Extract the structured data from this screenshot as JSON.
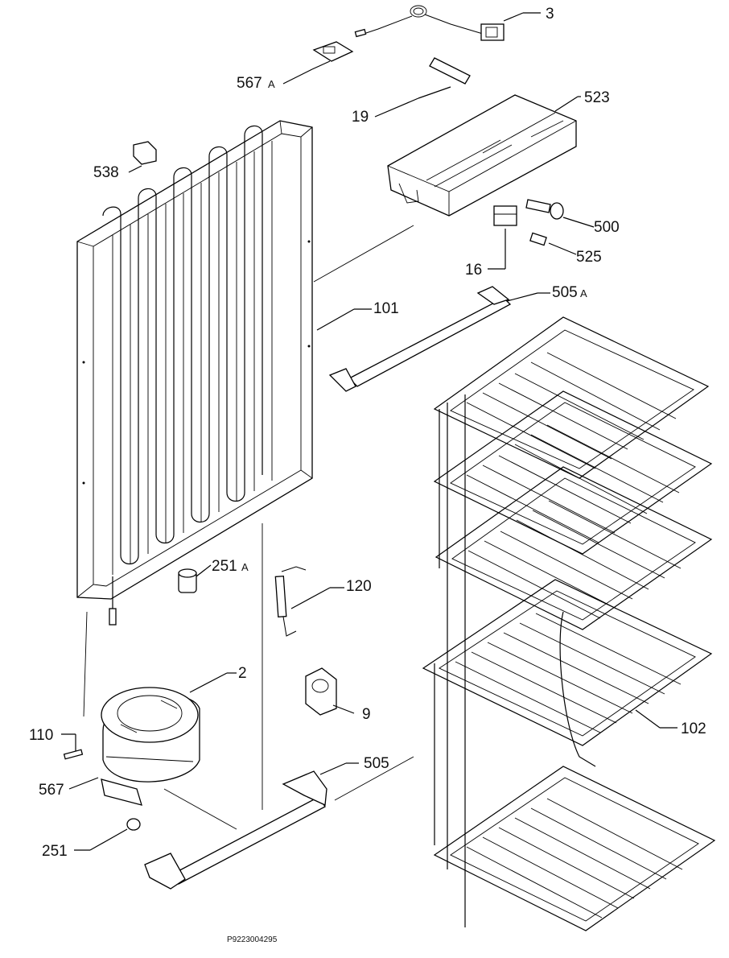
{
  "labels": {
    "p3": "3",
    "p567a": "567",
    "p567a_suffix": "A",
    "p19": "19",
    "p523": "523",
    "p538": "538",
    "p500": "500",
    "p525": "525",
    "p16": "16",
    "p505a": "505",
    "p505a_suffix": "A",
    "p101": "101",
    "p251a": "251",
    "p251a_suffix": "A",
    "p120": "120",
    "p2": "2",
    "p9": "9",
    "p110": "110",
    "p102": "102",
    "p567": "567",
    "p505": "505",
    "p251": "251"
  },
  "drawing_code": "P9223004295"
}
